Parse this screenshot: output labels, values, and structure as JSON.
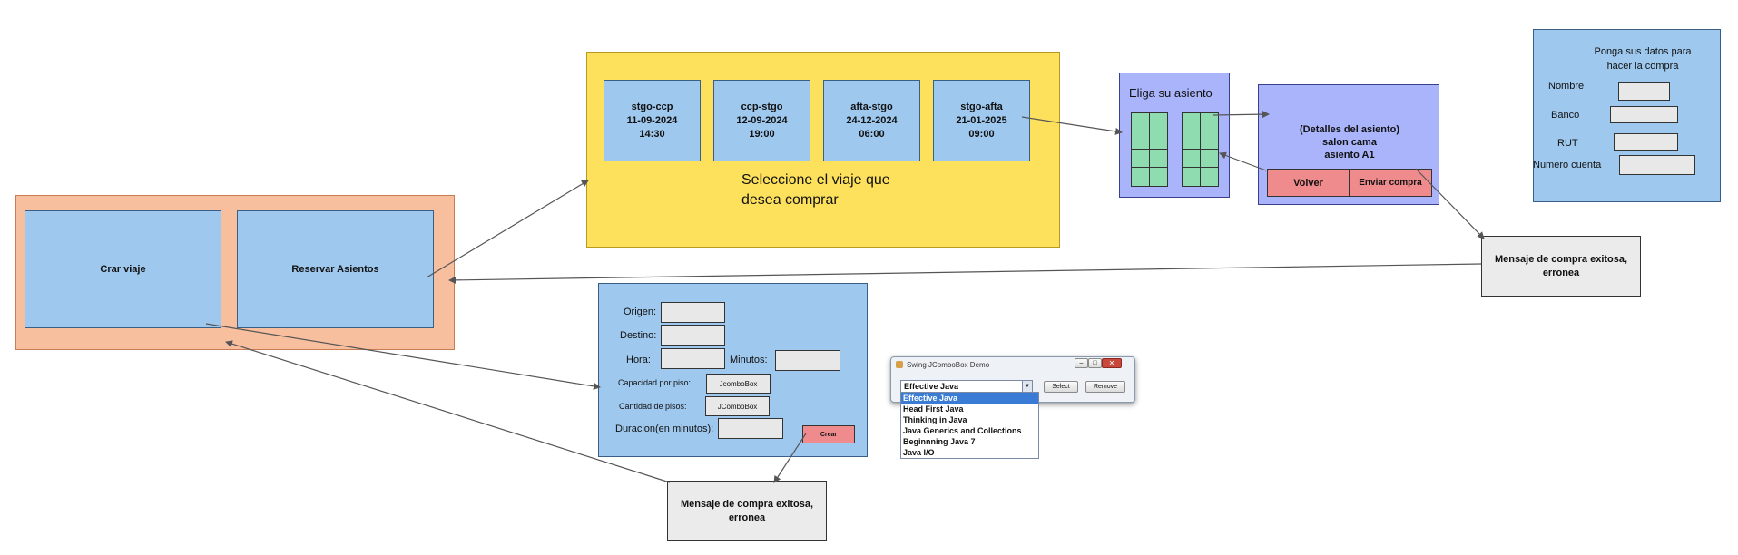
{
  "main_menu": {
    "create_label": "Crar viaje",
    "reserve_label": "Reservar Asientos"
  },
  "trip_select": {
    "trips": [
      {
        "route": "stgo-ccp",
        "date": "11-09-2024",
        "time": "14:30"
      },
      {
        "route": "ccp-stgo",
        "date": "12-09-2024",
        "time": "19:00"
      },
      {
        "route": "afta-stgo",
        "date": "24-12-2024",
        "time": "06:00"
      },
      {
        "route": "stgo-afta",
        "date": "21-01-2025",
        "time": "09:00"
      }
    ],
    "prompt_line1": "Seleccione el viaje que",
    "prompt_line2": "desea comprar"
  },
  "seat_select": {
    "title": "Eliga su asiento"
  },
  "seat_details": {
    "line1": "(Detalles del asiento)",
    "line2": "salon cama",
    "line3": "asiento A1",
    "back_label": "Volver",
    "send_label": "Enviar compra"
  },
  "purchase_form": {
    "title_line1": "Ponga sus datos para",
    "title_line2": "hacer la compra",
    "name_label": "Nombre",
    "bank_label": "Banco",
    "rut_label": "RUT",
    "account_label": "Numero cuenta"
  },
  "message_purchase": {
    "line1": "Mensaje de compra exitosa,",
    "line2": "erronea"
  },
  "create_form": {
    "origin_label": "Origen:",
    "destination_label": "Destino:",
    "hour_label": "Hora:",
    "minutes_label": "Minutos:",
    "capacity_label": "Capacidad por piso:",
    "capacity_combo": "JcomboBox",
    "floors_label": "Cantidad de pisos:",
    "floors_combo": "JComboBox",
    "duration_label": "Duracion(en minutos):",
    "create_label": "Crear"
  },
  "message_create": {
    "line1": "Mensaje de compra exitosa,",
    "line2": "erronea"
  },
  "swing_demo": {
    "title": "Swing JComboBox Demo",
    "selected": "Effective Java",
    "select_label": "Select",
    "remove_label": "Remove",
    "options": [
      "Effective Java",
      "Head First Java",
      "Thinking in Java",
      "Java Generics and Collections",
      "Beginnning Java 7",
      "Java I/O"
    ]
  },
  "colors": {
    "panel_blue": "#9ec8ee",
    "menu_orange": "#f8bf9e",
    "trip_yellow": "#fde15c",
    "seat_purple": "#a9b4fb",
    "seat_green": "#8fdcb0",
    "button_red": "#f08b8d"
  }
}
